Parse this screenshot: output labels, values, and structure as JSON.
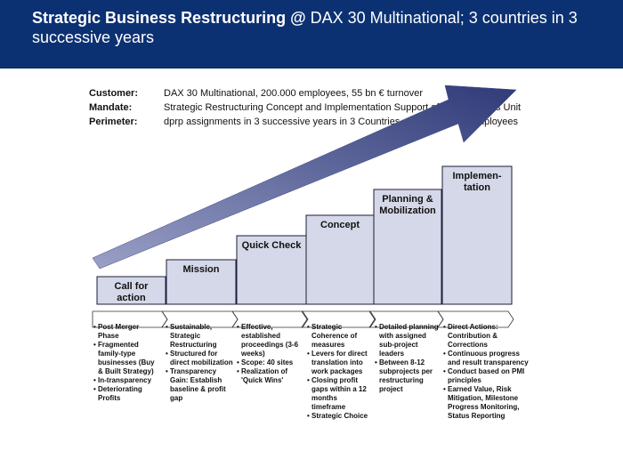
{
  "header": {
    "title_bold": "Strategic Business Restructuring @",
    "title_rest": " DAX 30 Multinational; 3 countries in 3 successive years"
  },
  "info": [
    {
      "label": "Customer:",
      "value": "DAX 30 Multinational, 200.000 employees, 55 bn € turnover"
    },
    {
      "label": "Mandate:",
      "value": "Strategic Restructuring Concept and Implementation Support of one Business Unit"
    },
    {
      "label": "Perimeter:",
      "value": "dprp assignments in 3 successive years in 3 Countries, 40 Sites, 3600 employees"
    }
  ],
  "colors": {
    "header_bg": "#0c3173",
    "step_fill": "#d5d8e8",
    "step_stroke": "#1c1c3a",
    "arrow": "#3f4a84"
  },
  "phases": [
    {
      "label": [
        "Call for",
        "action"
      ],
      "items": [
        "Post Merger Phase",
        "Fragmented family-type businesses (Buy & Built Strategy)",
        "In-transparency",
        "Deteriorating Profits"
      ]
    },
    {
      "label": [
        "Mission"
      ],
      "items": [
        "Sustainable, Strategic Restructuring",
        "Structured for direct mobilization",
        "Transparency Gain: Establish baseline & profit gap"
      ]
    },
    {
      "label": [
        "Quick Check"
      ],
      "items": [
        "Effective, established proceedings (3-6 weeks)",
        "Scope: 40 sites",
        "Realization of 'Quick Wins'"
      ]
    },
    {
      "label": [
        "Concept"
      ],
      "items": [
        "Strategic Coherence of measures",
        "Levers for direct translation into work packages",
        "Closing profit gaps within a 12 months timeframe",
        "Strategic Choice"
      ]
    },
    {
      "label": [
        "Planning &",
        "Mobilization"
      ],
      "items": [
        "Detailed planning with assigned sub-project leaders",
        "Between 8-12 subprojects per restructuring project"
      ]
    },
    {
      "label": [
        "Implemen-",
        "tation"
      ],
      "items": [
        "Direct Actions: Contribution & Corrections",
        "Continuous progress and result transparency",
        "Conduct based on PMI principles",
        "Earned Value, Risk Mitigation, Milestone Progress Monitoring, Status Reporting"
      ]
    }
  ]
}
